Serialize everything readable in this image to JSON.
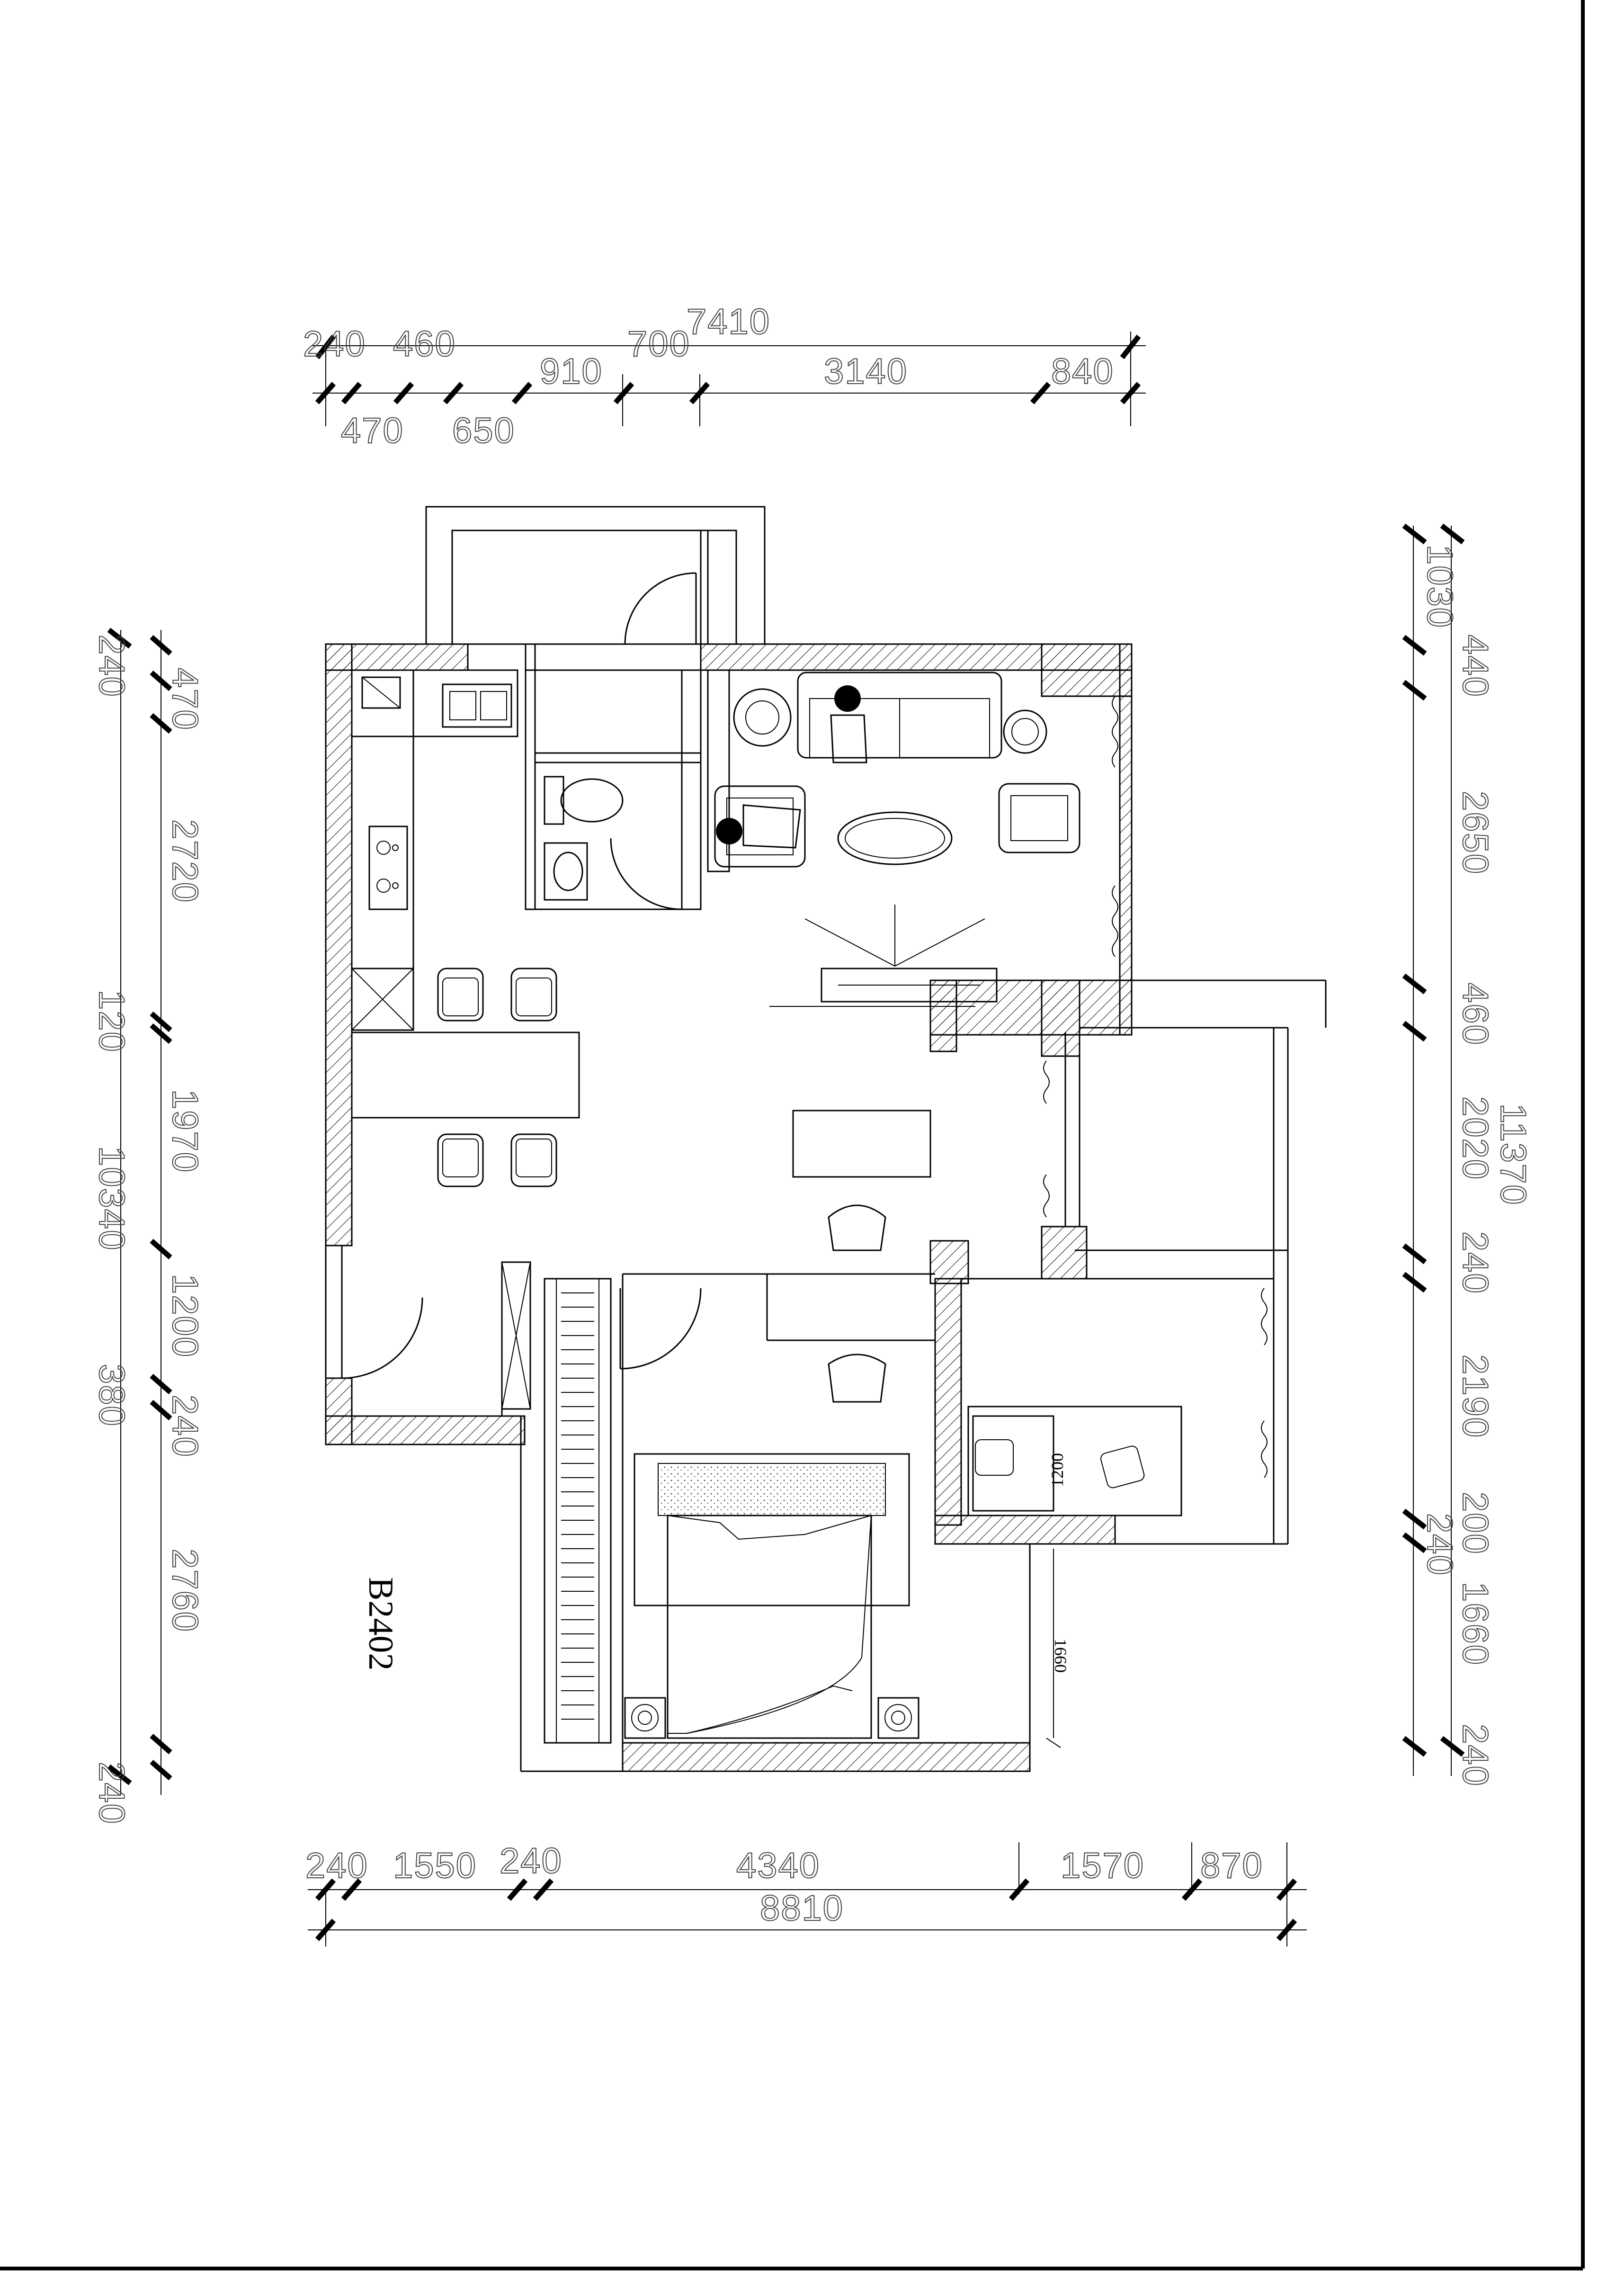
{
  "unit_label": "B2402",
  "top_dims": {
    "overall": "7410",
    "row1": [
      "240",
      "460",
      "700"
    ],
    "row2": [
      "910",
      "3140",
      "840"
    ],
    "row3": [
      "470",
      "650"
    ]
  },
  "left_dims": {
    "inner": [
      "240",
      "470",
      "2720",
      "120",
      "1970",
      "1200",
      "240",
      "2760",
      "240"
    ],
    "outer": [
      "10340",
      "380"
    ]
  },
  "right_dims": {
    "inner": [
      "1030",
      "440",
      "2650",
      "460",
      "2020",
      "240",
      "2190",
      "200",
      "240",
      "1660",
      "240"
    ],
    "outer": "11370"
  },
  "bottom_dims": {
    "row1": [
      "240",
      "1550",
      "240",
      "4340",
      "1570",
      "870"
    ],
    "overall": "8810"
  },
  "interior_labels": {
    "bedroom_dim": "1660",
    "kids_bed": "1200"
  }
}
